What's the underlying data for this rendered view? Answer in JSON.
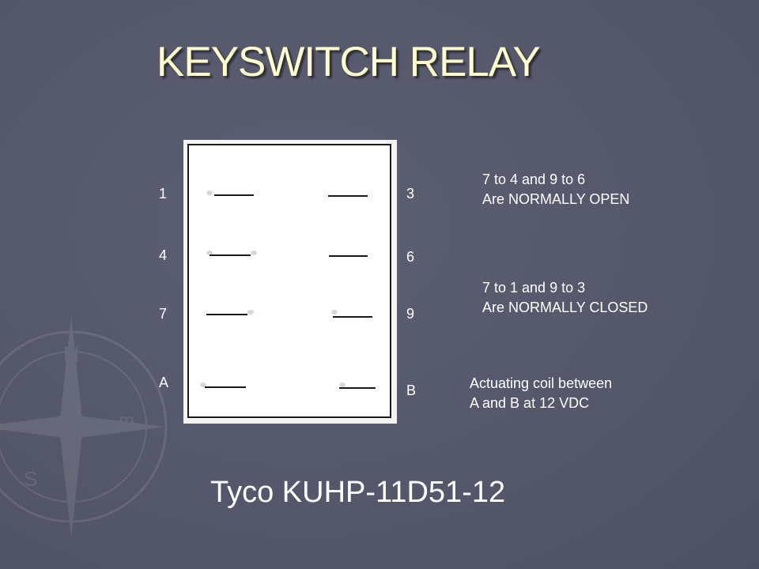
{
  "title": "KEYSWITCH RELAY",
  "pins": {
    "left": [
      "1",
      "4",
      "7",
      "A"
    ],
    "right": [
      "3",
      "6",
      "9",
      "B"
    ]
  },
  "notes": {
    "normally_open": {
      "line1": "7 to 4 and 9 to 6",
      "line2": "Are NORMALLY OPEN"
    },
    "normally_closed": {
      "line1": "7 to 1 and 9 to 3",
      "line2": "Are NORMALLY CLOSED"
    },
    "coil": {
      "line1": "Actuating coil between",
      "line2": "A and B at 12 VDC"
    }
  },
  "part_number": "Tyco KUHP-11D51-12",
  "colors": {
    "background": "#55586a",
    "title": "#ffffcc",
    "text": "#ffffff"
  }
}
